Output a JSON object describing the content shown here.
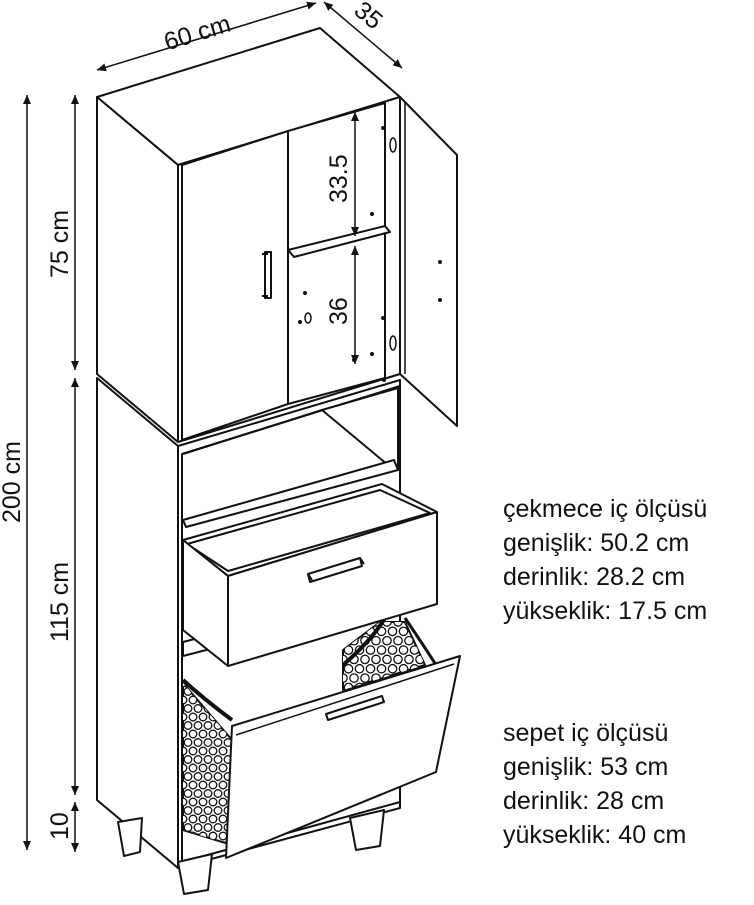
{
  "dimensions": {
    "width": "60 cm",
    "depth": "35",
    "total_height": "200 cm",
    "upper_height": "75 cm",
    "lower_height": "115 cm",
    "leg_height": "10",
    "shelf_top": "33.5",
    "shelf_bottom": "36"
  },
  "drawer_info": {
    "title": "çekmece iç ölçüsü",
    "width": "genişlik: 50.2 cm",
    "depth": "derinlik: 28.2 cm",
    "height": "yükseklik: 17.5 cm"
  },
  "basket_info": {
    "title": "sepet iç ölçüsü",
    "width": "genişlik: 53 cm",
    "depth": "derinlik: 28 cm",
    "height": "yükseklik: 40 cm"
  }
}
